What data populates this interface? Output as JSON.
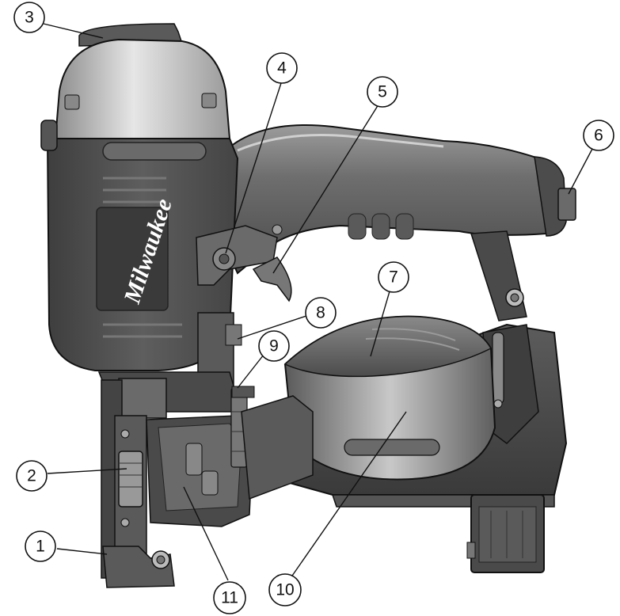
{
  "figure": {
    "brand_logo": "Milwaukee",
    "callouts": [
      {
        "id": "1",
        "label": "1"
      },
      {
        "id": "2",
        "label": "2"
      },
      {
        "id": "3",
        "label": "3"
      },
      {
        "id": "4",
        "label": "4"
      },
      {
        "id": "5",
        "label": "5"
      },
      {
        "id": "6",
        "label": "6"
      },
      {
        "id": "7",
        "label": "7"
      },
      {
        "id": "8",
        "label": "8"
      },
      {
        "id": "9",
        "label": "9"
      },
      {
        "id": "10",
        "label": "10"
      },
      {
        "id": "11",
        "label": "11"
      }
    ]
  },
  "colors": {
    "body_dark": "#4a4a4a",
    "body_mid": "#6b6b6b",
    "body_light": "#a8a8a8",
    "highlight": "#d9d9d9",
    "outline": "#111111"
  }
}
